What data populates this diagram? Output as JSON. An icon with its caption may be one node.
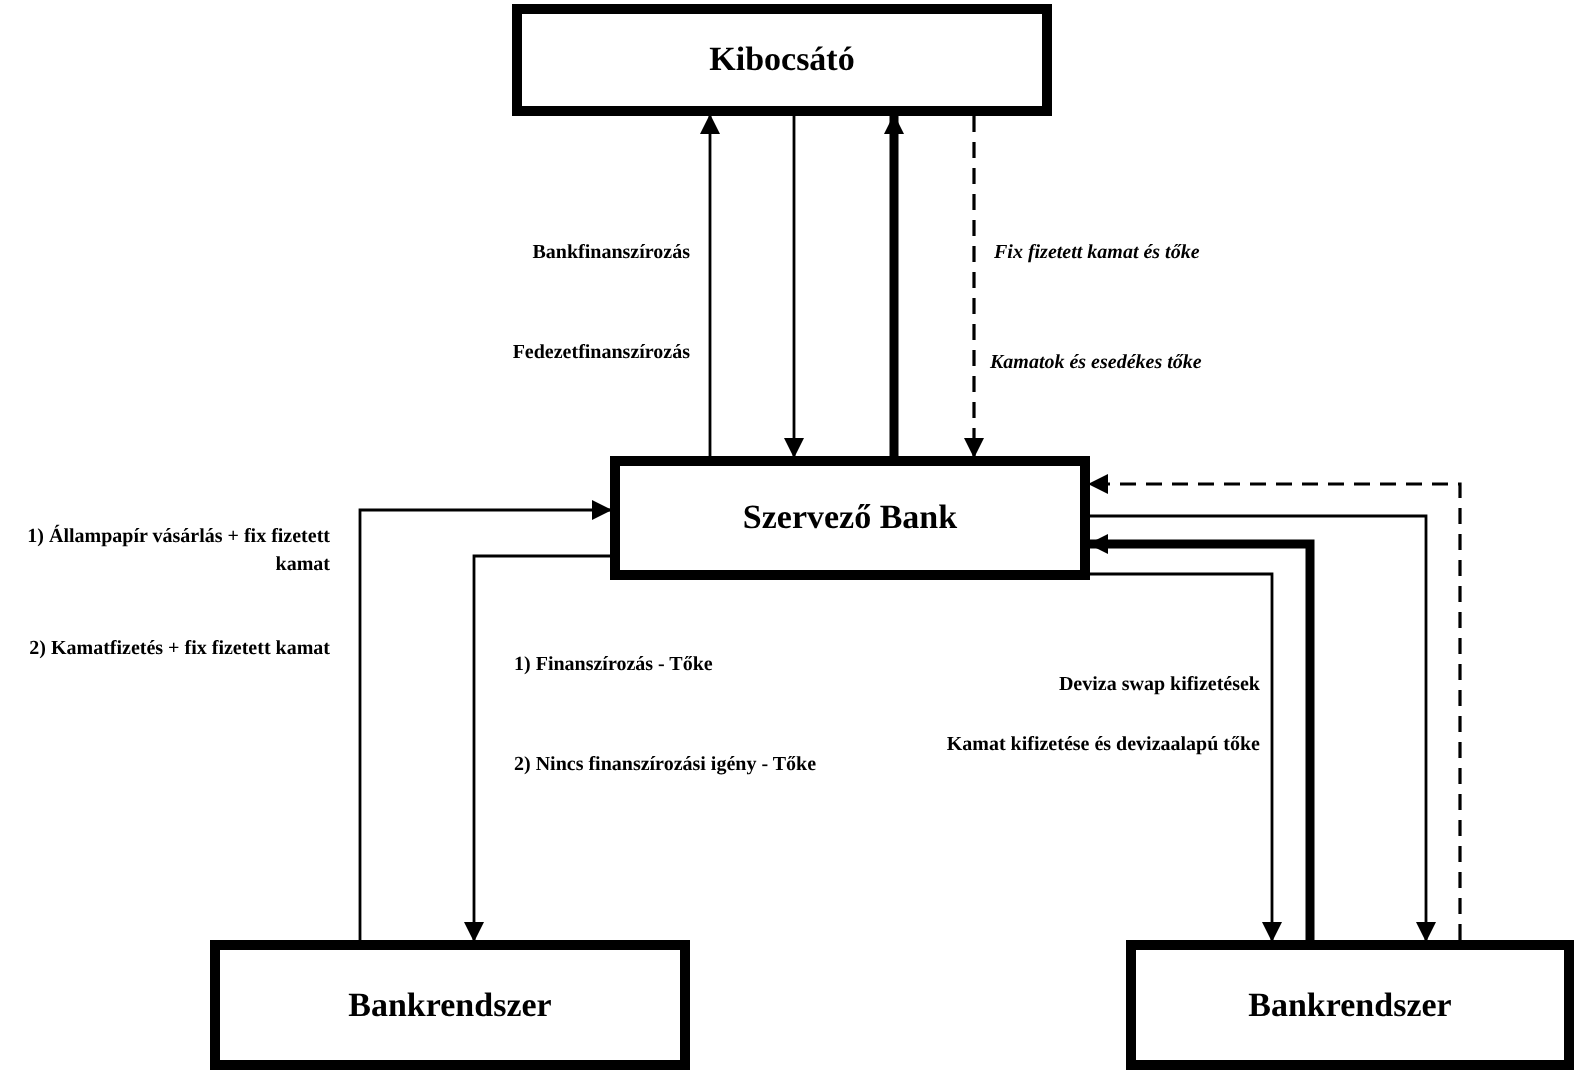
{
  "diagram": {
    "nodes": [
      {
        "text": [
          "Kibocsátó"
        ]
      },
      {
        "text": [
          "Szervező Bank"
        ]
      },
      {
        "text": [
          "Bankrendszer"
        ]
      },
      {
        "text": [
          "Bankrendszer"
        ]
      }
    ],
    "edges": [
      {
        "from": 1,
        "to": 0,
        "arrow": "to"
      },
      {
        "from": 0,
        "to": 1,
        "arrow": "to"
      },
      {
        "from": 1,
        "to": 0,
        "arrow": "to",
        "style": "thick"
      },
      {
        "from": 0,
        "to": 1,
        "arrow": "to",
        "style": "dashed"
      },
      {
        "from": 2,
        "to": 1,
        "arrow": "to"
      },
      {
        "from": 1,
        "to": 2,
        "arrow": "to"
      },
      {
        "from": 3,
        "to": 1,
        "arrow": "to",
        "style": "dashed"
      },
      {
        "from": 1,
        "to": 3,
        "arrow": "to"
      },
      {
        "from": 3,
        "to": 1,
        "arrow": "to",
        "style": "thick"
      },
      {
        "from": 1,
        "to": 3,
        "arrow": "to"
      }
    ],
    "labels": [
      "Bankfinanszírozás",
      "Fix fizetett kamat és tőke",
      "Fedezetfinanszírozás",
      "Kamatok és esedékes tőke",
      "1) Állampapír vásárlás + fix fizetett kamat",
      "2) Kamatfizetés + fix fizetett kamat",
      "1) Finanszírozás - Tőke",
      "2) Nincs finanszírozási igény - Tőke",
      "Deviza swap kifizetések",
      "Kamat kifizetése és devizaalapú tőke"
    ]
  }
}
